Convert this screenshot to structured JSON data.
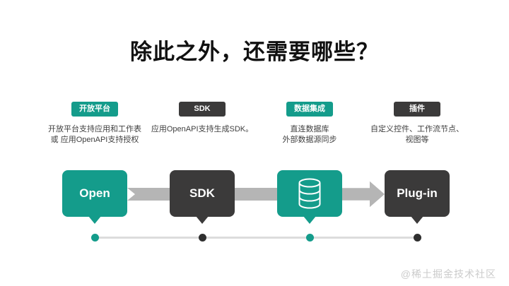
{
  "title": "除此之外，还需要哪些？",
  "watermark": "@稀土掘金技术社区",
  "colors": {
    "teal": "#149c8b",
    "dark": "#3b3a3a",
    "connector_gray": "#b5b5b5",
    "timeline_gray": "#dcdcdc",
    "background": "#ffffff",
    "title_text": "#111111",
    "description_text": "#3f3f3f",
    "watermark_text": "#cbcbcb"
  },
  "columns": [
    {
      "badge_label": "开放平台",
      "theme": "teal",
      "description_lines": [
        "开放平台支持应用和工作表",
        "或 应用OpenAPI支持授权"
      ],
      "node_label": "Open",
      "timeline_dot_color": "teal"
    },
    {
      "badge_label": "SDK",
      "theme": "dark",
      "description_lines": [
        "应用OpenAPI支持生成SDK。"
      ],
      "node_label": "SDK",
      "timeline_dot_color": "dark"
    },
    {
      "badge_label": "数据集成",
      "theme": "teal",
      "description_lines": [
        "直连数据库",
        "外部数据源同步"
      ],
      "node_label": "",
      "node_icon": "database-icon",
      "timeline_dot_color": "teal"
    },
    {
      "badge_label": "插件",
      "theme": "dark",
      "description_lines": [
        "自定义控件、工作流节点、",
        "视图等"
      ],
      "node_label": "Plug-in",
      "timeline_dot_color": "dark"
    }
  ],
  "connectors": [
    {
      "style": "chevron-notch-start"
    },
    {
      "style": "plain-band"
    },
    {
      "style": "arrowhead-end"
    }
  ]
}
